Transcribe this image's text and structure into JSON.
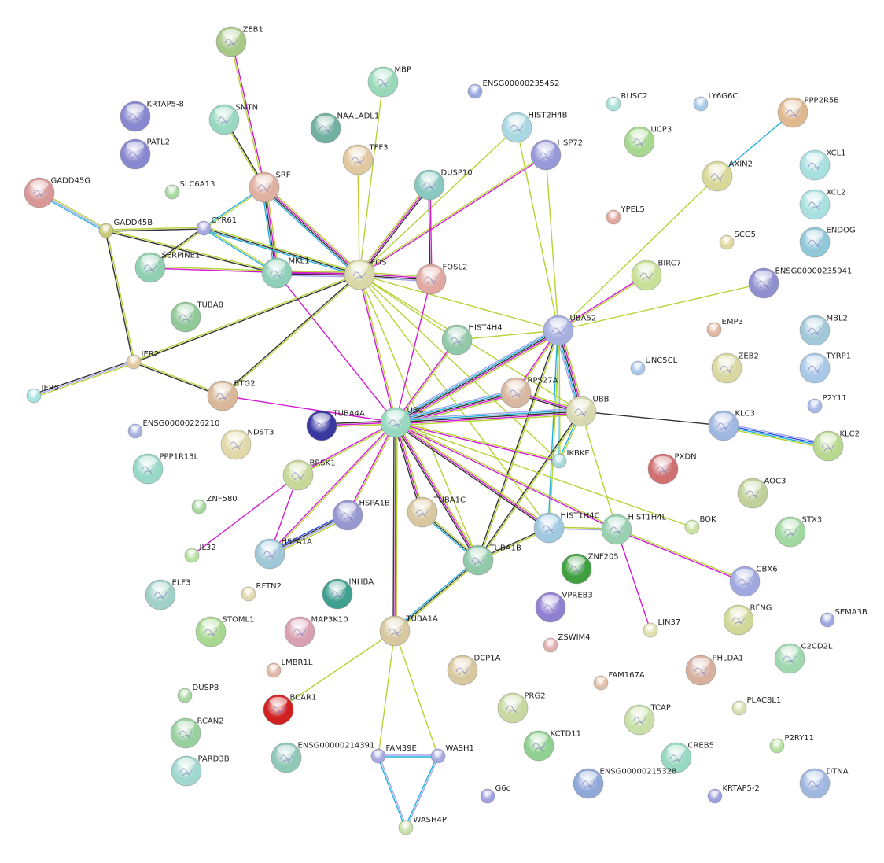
{
  "edge_type_colors": {
    "g": "#b5d334",
    "k": "#333333",
    "m": "#d21ad2",
    "c": "#22b0da",
    "l": "#a6a6f0",
    "b": "#2a4de0"
  },
  "nodes": [
    {
      "id": "ZEB1",
      "color": "#a8c888"
    },
    {
      "id": "MBP",
      "color": "#98d8b8"
    },
    {
      "id": "ENSG00000235452",
      "color": "#9aa8e0"
    },
    {
      "id": "RUSC2",
      "color": "#a8e0d8"
    },
    {
      "id": "LY6G6C",
      "color": "#a8c8e8"
    },
    {
      "id": "PPP2R5B",
      "color": "#e0b890"
    },
    {
      "id": "KRTAP5-8",
      "color": "#8888d0"
    },
    {
      "id": "SMTN",
      "color": "#98d8c0"
    },
    {
      "id": "NAALADL1",
      "color": "#70b0a0"
    },
    {
      "id": "HIST2H4B",
      "color": "#a8d8e0"
    },
    {
      "id": "HSP72",
      "color": "#9898d8"
    },
    {
      "id": "UCP3",
      "color": "#a8d890"
    },
    {
      "id": "TFF3",
      "color": "#e0c8a0"
    },
    {
      "id": "XCL1",
      "color": "#a8e0e0"
    },
    {
      "id": "PATL2",
      "color": "#8888d0"
    },
    {
      "id": "DUSP10",
      "color": "#88c8c0"
    },
    {
      "id": "AXIN2",
      "color": "#d8d898"
    },
    {
      "id": "SRF",
      "color": "#e0b0a0"
    },
    {
      "id": "GADD45G",
      "color": "#d89898"
    },
    {
      "id": "SLC6A13",
      "color": "#a8d8a0"
    },
    {
      "id": "XCL2",
      "color": "#a8e0e0"
    },
    {
      "id": "YPEL5",
      "color": "#e0a8a0"
    },
    {
      "id": "ENDOG",
      "color": "#90c8d8"
    },
    {
      "id": "SCG5",
      "color": "#e0d8a0"
    },
    {
      "id": "GADD45B",
      "color": "#c8c878"
    },
    {
      "id": "CYR61",
      "color": "#a8a8e0"
    },
    {
      "id": "SERPINE1",
      "color": "#90d0b0"
    },
    {
      "id": "MKL1",
      "color": "#90d0b8"
    },
    {
      "id": "FOS",
      "color": "#d8d8a8"
    },
    {
      "id": "FOSL2",
      "color": "#e0a8a0"
    },
    {
      "id": "BIRC7",
      "color": "#c8e098"
    },
    {
      "id": "ENSG00000235941",
      "color": "#9090d0"
    },
    {
      "id": "TUBA8",
      "color": "#90c898"
    },
    {
      "id": "EMP3",
      "color": "#e0b8a0"
    },
    {
      "id": "UBA52",
      "color": "#a8b0e0"
    },
    {
      "id": "HIST4H4",
      "color": "#90c8a8"
    },
    {
      "id": "MBL2",
      "color": "#a0c8d8"
    },
    {
      "id": "IER2",
      "color": "#e0c8a0"
    },
    {
      "id": "UNC5CL",
      "color": "#a8c8e8"
    },
    {
      "id": "ZEB2",
      "color": "#d8d8a0"
    },
    {
      "id": "TYRP1",
      "color": "#a8c8e8"
    },
    {
      "id": "IER5",
      "color": "#a8e0e0"
    },
    {
      "id": "RPS27A",
      "color": "#d8b8a0"
    },
    {
      "id": "BTG2",
      "color": "#d8b898"
    },
    {
      "id": "P2Y11",
      "color": "#a8b8e8"
    },
    {
      "id": "UBB",
      "color": "#d8d8b0"
    },
    {
      "id": "TUBA4A",
      "color": "#3838a0"
    },
    {
      "id": "UBC",
      "color": "#98d8c0"
    },
    {
      "id": "KLC3",
      "color": "#a0b8e0"
    },
    {
      "id": "ENSG00000226210",
      "color": "#a8b0e0"
    },
    {
      "id": "NDST3",
      "color": "#e0d8a8"
    },
    {
      "id": "KLC2",
      "color": "#b8d890"
    },
    {
      "id": "PPP1R13L",
      "color": "#98d8c8"
    },
    {
      "id": "IKBKE",
      "color": "#a8d8d8"
    },
    {
      "id": "PXDN",
      "color": "#d07070"
    },
    {
      "id": "BRSK1",
      "color": "#c8d898"
    },
    {
      "id": "AOC3",
      "color": "#c0d098"
    },
    {
      "id": "ZNF580",
      "color": "#a8d8a0"
    },
    {
      "id": "HSPA1B",
      "color": "#9898d0"
    },
    {
      "id": "TUBA1C",
      "color": "#d8c8a0"
    },
    {
      "id": "STX3",
      "color": "#a0d8a0"
    },
    {
      "id": "BOK",
      "color": "#c8e0a0"
    },
    {
      "id": "HIST1H4C",
      "color": "#a0c8e0"
    },
    {
      "id": "HIST1H4L",
      "color": "#98d0b0"
    },
    {
      "id": "IL32",
      "color": "#b8e0a0"
    },
    {
      "id": "HSPA1A",
      "color": "#a0c8d8"
    },
    {
      "id": "TUBA1B",
      "color": "#90c8a8"
    },
    {
      "id": "ZNF205",
      "color": "#40a040"
    },
    {
      "id": "CBX6",
      "color": "#a0a8e0"
    },
    {
      "id": "ELF3",
      "color": "#a0d0c8"
    },
    {
      "id": "RFTN2",
      "color": "#e0d8b0"
    },
    {
      "id": "INHBA",
      "color": "#40a090"
    },
    {
      "id": "VPREB3",
      "color": "#9080d0"
    },
    {
      "id": "RFNG",
      "color": "#d0d898"
    },
    {
      "id": "STOML1",
      "color": "#a8d890"
    },
    {
      "id": "MAP3K10",
      "color": "#d8a0b0"
    },
    {
      "id": "TUBA1A",
      "color": "#d8c8a0"
    },
    {
      "id": "LIN37",
      "color": "#e0e0b0"
    },
    {
      "id": "SEMA3B",
      "color": "#a0a8e0"
    },
    {
      "id": "ZSWIM4",
      "color": "#e0b0b0"
    },
    {
      "id": "C2CD2L",
      "color": "#a0d8b0"
    },
    {
      "id": "LMBR1L",
      "color": "#e0b8a8"
    },
    {
      "id": "DCP1A",
      "color": "#d8c8a0"
    },
    {
      "id": "PHLDA1",
      "color": "#d8b0a0"
    },
    {
      "id": "FAM167A",
      "color": "#e0c0a8"
    },
    {
      "id": "DUSP8",
      "color": "#a8d8a0"
    },
    {
      "id": "BCAR1",
      "color": "#d02020"
    },
    {
      "id": "PRG2",
      "color": "#c8d8a0"
    },
    {
      "id": "PLAC8L1",
      "color": "#d8e0b0"
    },
    {
      "id": "TCAP",
      "color": "#c8e0a8"
    },
    {
      "id": "RCAN2",
      "color": "#98d0a0"
    },
    {
      "id": "KCTD11",
      "color": "#90d090"
    },
    {
      "id": "P2RY11",
      "color": "#b8e0a0"
    },
    {
      "id": "ENSG00000214391",
      "color": "#90c8b8"
    },
    {
      "id": "FAM39E",
      "color": "#a8a8e0"
    },
    {
      "id": "WASH1",
      "color": "#a8a8e0"
    },
    {
      "id": "CREB5",
      "color": "#98d8c0"
    },
    {
      "id": "PARD3B",
      "color": "#a0d8d0"
    },
    {
      "id": "ENSG00000215328",
      "color": "#90a8d8"
    },
    {
      "id": "DTNA",
      "color": "#a0b8e0"
    },
    {
      "id": "G6c",
      "color": "#a0a0e0"
    },
    {
      "id": "KRTAP5-2",
      "color": "#a0a0e0"
    },
    {
      "id": "WASH4P",
      "color": "#c8e0a8"
    }
  ],
  "edges": [
    [
      "SRF",
      "ZEB1",
      "gm"
    ],
    [
      "SRF",
      "SMTN",
      "gk"
    ],
    [
      "SRF",
      "MKL1",
      "gmkc"
    ],
    [
      "SRF",
      "FOS",
      "gmkc"
    ],
    [
      "SRF",
      "CYR61",
      "gc"
    ],
    [
      "GADD45G",
      "GADD45B",
      "glc"
    ],
    [
      "GADD45B",
      "CYR61",
      "gk"
    ],
    [
      "GADD45B",
      "MKL1",
      "gk"
    ],
    [
      "GADD45B",
      "IER2",
      "gk"
    ],
    [
      "CYR61",
      "SERPINE1",
      "gk"
    ],
    [
      "CYR61",
      "MKL1",
      "gc"
    ],
    [
      "CYR61",
      "FOS",
      "gkc"
    ],
    [
      "SERPINE1",
      "FOS",
      "gm"
    ],
    [
      "MKL1",
      "FOS",
      "gmkl"
    ],
    [
      "MKL1",
      "UBC",
      "m"
    ],
    [
      "IER2",
      "IER5",
      "glk"
    ],
    [
      "IER2",
      "BTG2",
      "gk"
    ],
    [
      "IER2",
      "FOS",
      "gk"
    ],
    [
      "FOS",
      "TFF3",
      "g"
    ],
    [
      "FOS",
      "MBP",
      "g"
    ],
    [
      "FOS",
      "DUSP10",
      "gmk"
    ],
    [
      "FOS",
      "HIST2H4B",
      "g"
    ],
    [
      "FOS",
      "HSP72",
      "gm"
    ],
    [
      "FOS",
      "FOSL2",
      "gmkl"
    ],
    [
      "FOS",
      "UBA52",
      "g"
    ],
    [
      "FOS",
      "UBC",
      "gm"
    ],
    [
      "FOS",
      "BTG2",
      "gk"
    ],
    [
      "FOS",
      "HIST4H4",
      "g"
    ],
    [
      "FOS",
      "UBB",
      "g"
    ],
    [
      "FOS",
      "IKBKE",
      "g"
    ],
    [
      "FOS",
      "HIST1H4C",
      "g"
    ],
    [
      "FOS",
      "TUBA1B",
      "g"
    ],
    [
      "DUSP10",
      "FOSL2",
      "mk"
    ],
    [
      "FOSL2",
      "UBC",
      "m"
    ],
    [
      "HIST2H4B",
      "UBA52",
      "g"
    ],
    [
      "HSP72",
      "UBA52",
      "g"
    ],
    [
      "AXIN2",
      "UBA52",
      "g"
    ],
    [
      "AXIN2",
      "PPP2R5B",
      "c"
    ],
    [
      "BIRC7",
      "UBA52",
      "gm"
    ],
    [
      "ENSG00000235941",
      "UBA52",
      "g"
    ],
    [
      "UBA52",
      "HIST4H4",
      "g"
    ],
    [
      "UBA52",
      "UBC",
      "gmkcl"
    ],
    [
      "UBA52",
      "RPS27A",
      "gm"
    ],
    [
      "UBA52",
      "UBB",
      "gmkcl"
    ],
    [
      "UBA52",
      "IKBKE",
      "gc"
    ],
    [
      "UBA52",
      "HIST1H4C",
      "gc"
    ],
    [
      "UBA52",
      "TUBA1B",
      "gk"
    ],
    [
      "HIST4H4",
      "UBC",
      "gm"
    ],
    [
      "BTG2",
      "UBC",
      "m"
    ],
    [
      "RPS27A",
      "UBC",
      "gmkcl"
    ],
    [
      "RPS27A",
      "UBB",
      "gmk"
    ],
    [
      "UBB",
      "UBC",
      "gmkcl"
    ],
    [
      "UBB",
      "KLC3",
      "k"
    ],
    [
      "KLC3",
      "KLC2",
      "lbcg"
    ],
    [
      "UBB",
      "TUBA1B",
      "gk"
    ],
    [
      "UBB",
      "HIST1H4L",
      "g"
    ],
    [
      "UBB",
      "IKBKE",
      "gc"
    ],
    [
      "UBC",
      "TUBA4A",
      "gmk"
    ],
    [
      "UBC",
      "BRSK1",
      "gm"
    ],
    [
      "UBC",
      "HSPA1B",
      "gm"
    ],
    [
      "UBC",
      "HSPA1A",
      "gm"
    ],
    [
      "UBC",
      "TUBA1C",
      "gmk"
    ],
    [
      "UBC",
      "TUBA1B",
      "gmk"
    ],
    [
      "UBC",
      "TUBA1A",
      "gmk"
    ],
    [
      "UBC",
      "HIST1H4C",
      "gmk"
    ],
    [
      "UBC",
      "HIST1H4L",
      "gm"
    ],
    [
      "UBC",
      "IKBKE",
      "gm"
    ],
    [
      "UBC",
      "BOK",
      "g"
    ],
    [
      "IL32",
      "BRSK1",
      "m"
    ],
    [
      "BRSK1",
      "HSPA1A",
      "m"
    ],
    [
      "HSPA1B",
      "HSPA1A",
      "glkb"
    ],
    [
      "HIST1H4C",
      "HIST1H4L",
      "gl"
    ],
    [
      "HIST1H4C",
      "TUBA1B",
      "gk"
    ],
    [
      "HIST1H4L",
      "CBX6",
      "gm"
    ],
    [
      "HIST1H4L",
      "LIN37",
      "m"
    ],
    [
      "TUBA1C",
      "TUBA1B",
      "gkc"
    ],
    [
      "TUBA1B",
      "TUBA1A",
      "gkc"
    ],
    [
      "TUBA1A",
      "BCAR1",
      "g"
    ],
    [
      "TUBA1A",
      "FAM39E",
      "g"
    ],
    [
      "TUBA1A",
      "WASH1",
      "g"
    ],
    [
      "FAM39E",
      "WASH1",
      "lc"
    ],
    [
      "FAM39E",
      "WASH4P",
      "lc"
    ],
    [
      "WASH1",
      "WASH4P",
      "lc"
    ]
  ]
}
